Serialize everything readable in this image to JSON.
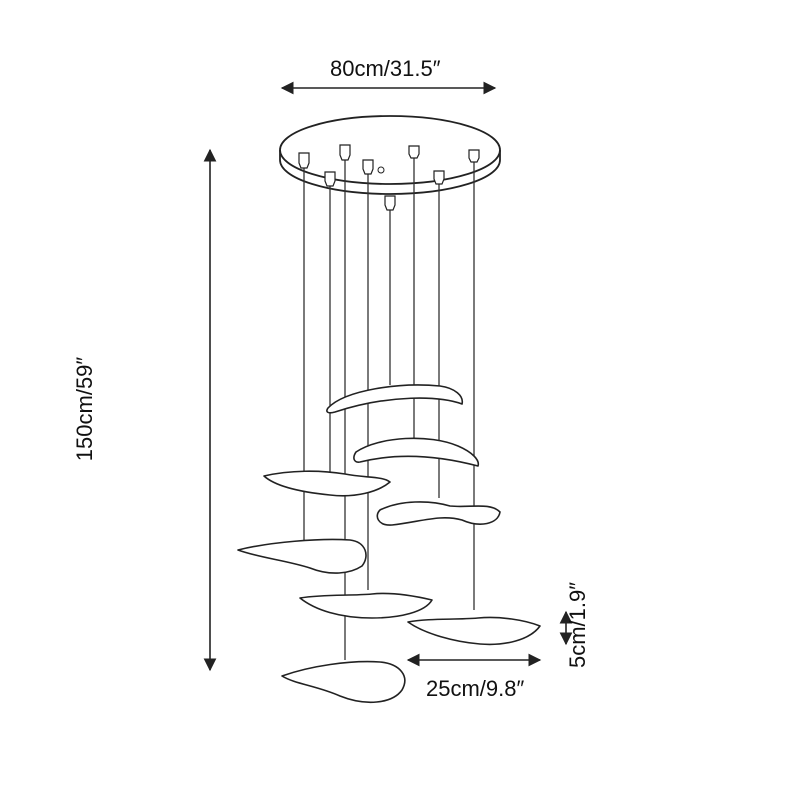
{
  "dimensions": {
    "overall_width": "80cm/31.5″",
    "overall_height": "150cm/59″",
    "leaf_width": "25cm/9.8″",
    "leaf_thickness": "5cm/1.9″"
  },
  "colors": {
    "line": "#222222",
    "canopy_fill": "#ffffff",
    "socket_fill": "#444444",
    "leaf_fill": "#ffffff"
  }
}
